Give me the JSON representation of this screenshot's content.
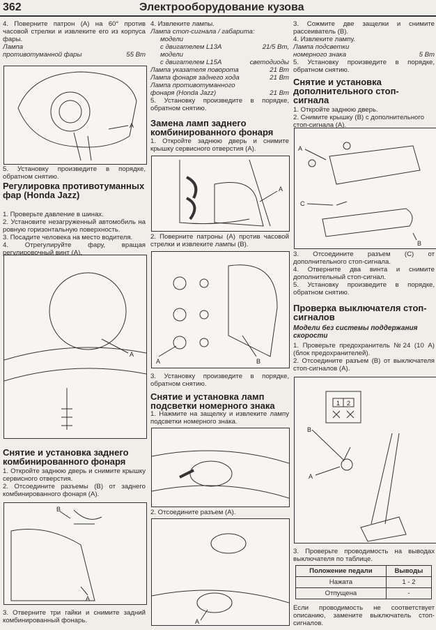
{
  "header": {
    "page_number": "362",
    "title": "Электрооборудование кузова"
  },
  "col1": {
    "step4": "4. Поверните патрон (А) на 60° против часовой стрелки и извлеките его из корпуса фары.",
    "lamp_label": "Лампа",
    "lamp_name": "противотуманной фары",
    "lamp_value": "55 Вт",
    "fig1_labels": [
      "A"
    ],
    "step5": "5. Установку произведите в порядке, обратном снятию.",
    "heading2": "Регулировка противотуманных фар (Honda Jazz)",
    "adj_steps": [
      "1. Проверьте давление в шинах.",
      "2. Установите незагруженный автомобиль на ровную горизонтальную поверхность.",
      "3. Посадите человека на место водителя.",
      "4. Отрегулируйте фару, вращая регулировочный винт (А)."
    ],
    "fig2_labels": [
      "A"
    ],
    "heading3": "Снятие и установка заднего комбинированного фонаря",
    "rem_steps": [
      "1. Откройте заднюю дверь и снимите крышку сервисного отверстия.",
      "2. Отсоедините разъемы (В) от заднего комбинированного фонаря (А)."
    ],
    "fig3_labels": [
      "B",
      "A"
    ],
    "step3": "3. Отверните три гайки и снимите задний комбинированный фонарь."
  },
  "col2": {
    "step4": "4. Извлеките лампы.",
    "lamps": [
      {
        "name": "Лампа стоп-сигнала / габарита:",
        "value": ""
      },
      {
        "name": "модели",
        "value": "",
        "indent": true
      },
      {
        "name": "с двигателем L13A",
        "value": "21/5 Вт,",
        "indent": true
      },
      {
        "name": "модели",
        "value": "",
        "indent": true
      },
      {
        "name": "с двигателем L15A",
        "value": "светодиоды",
        "indent": true
      },
      {
        "name": "Лампа указателя поворота",
        "value": "21 Вт"
      },
      {
        "name": "Лампа фонаря заднего хода",
        "value": "21 Вт"
      },
      {
        "name": "Лампа противотуманного",
        "value": ""
      },
      {
        "name": "фонаря (Honda Jazz)",
        "value": "21 Вт"
      }
    ],
    "step5": "5. Установку произведите в порядке, обратном снятию.",
    "heading1": "Замена ламп заднего комбинированного фонаря",
    "rep_step1": "1. Откройте заднюю дверь и снимите крышку сервисного отверстия (А).",
    "fig1_labels": [
      "A"
    ],
    "rep_step2": "2. Поверните патроны (А) против часовой стрелки и извлеките лампы (В).",
    "fig2_labels": [
      "A",
      "B"
    ],
    "rep_step3": "3. Установку произведите в порядке, обратном снятию.",
    "heading2": "Снятие и установка ламп подсветки номерного знака",
    "plate_step1": "1. Нажмите на защелку и извлеките лампу подсветки номерного знака.",
    "plate_step2": "2. Отсоедините разъем (А).",
    "fig4_labels": [
      "A"
    ]
  },
  "col3": {
    "step3": "3. Сожмите две защелки и снимите рассеиватель (В).",
    "step4": "4. Извлеките лампу.",
    "lamp_label": "Лампа подсветки",
    "lamp_name": "номерного знака",
    "lamp_value": "5 Вт",
    "step5": "5. Установку произведите в порядке, обратном снятию.",
    "heading1": "Снятие и установка дополнительного стоп-сигнала",
    "hs_steps": [
      "1. Откройте заднюю дверь.",
      "2. Снимите крышку (В) с дополнительного стоп-сигнала (А)."
    ],
    "fig1_labels": [
      "A",
      "C",
      "B"
    ],
    "hs_steps2": [
      "3. Отсоедините разъем (С) от дополнительного стоп-сигнала.",
      "4. Отверните два винта и снимите дополнительный стоп-сигнал.",
      "5. Установку произведите в порядке, обратном снятию."
    ],
    "heading2": "Проверка выключателя стоп-сигналов",
    "subheading": "Модели без системы поддержания скорости",
    "sw_steps": [
      "1. Проверьте предохранитель №24 (10 А) (блок предохранителей).",
      "2. Отсоедините разъем (В) от выключателя стоп-сигналов (А)."
    ],
    "fig2_labels": [
      "1",
      "2",
      "B",
      "A"
    ],
    "sw_step3": "3. Проверьте проводимость на выводах выключателя по таблице.",
    "table": {
      "headers": [
        "Положение педали",
        "Выводы"
      ],
      "rows": [
        [
          "Нажата",
          "1 - 2"
        ],
        [
          "Отпущена",
          "-"
        ]
      ]
    },
    "note": "Если проводимость не соответствует описанию, замените выключатель стоп-сигналов."
  }
}
